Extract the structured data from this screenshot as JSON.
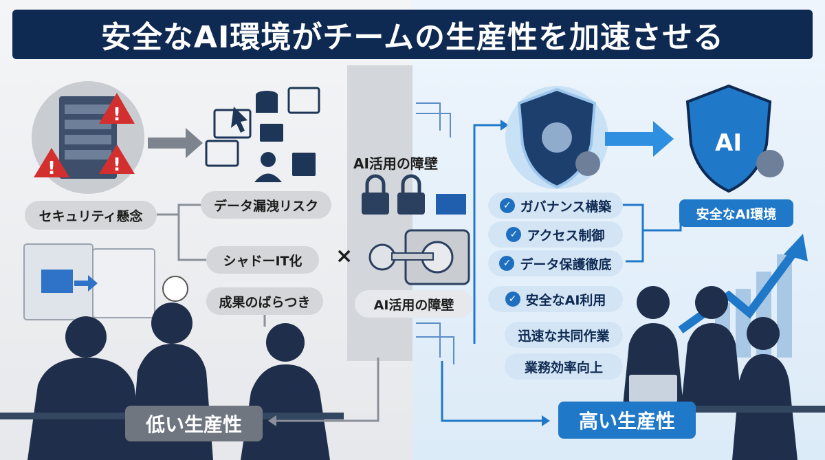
{
  "title": "安全なAI環境がチームの生産性を加速させる",
  "left": {
    "risk_main": "セキュリティ懸念",
    "risks": [
      "データ漏洩リスク",
      "シャドーIT化",
      "成果のばらつき"
    ],
    "result": "低い生産性"
  },
  "middle": {
    "barrier_top": "AI活用の障壁",
    "barrier_bottom": "AI活用の障壁",
    "times": "×"
  },
  "right": {
    "measures": [
      "ガバナンス構築",
      "アクセス制御",
      "データ保護徹底",
      "安全なAI利用"
    ],
    "benefits": [
      "迅速な共同作業",
      "業務効率向上"
    ],
    "environment": "安全なAI環境",
    "shield_label": "AI",
    "result": "高い生産性"
  },
  "colors": {
    "navy": "#0f2a52",
    "accent": "#1f78c8",
    "grey": "#6f7680",
    "warning": "#d32f2f"
  }
}
